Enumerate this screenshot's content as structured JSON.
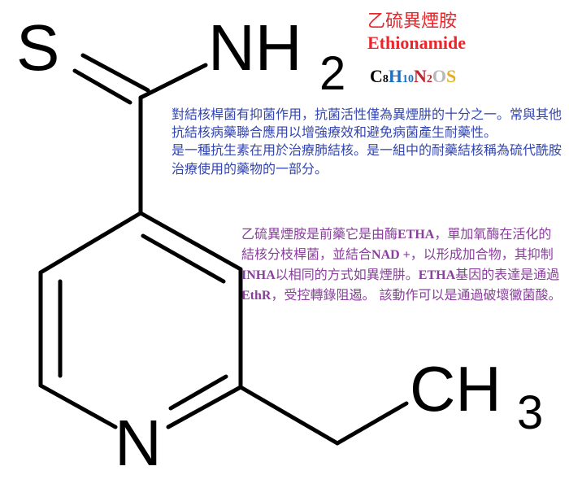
{
  "molecule": {
    "atoms": {
      "sulfur": "S",
      "amine": "NH",
      "amine_subscript": "2",
      "ring_nitrogen": "N",
      "methyl": "CH",
      "methyl_subscript": "3"
    }
  },
  "title": {
    "chinese": "乙硫異煙胺",
    "english": "Ethionamide"
  },
  "formula": {
    "parts": [
      {
        "element": "C",
        "count": "8",
        "color": "#000000"
      },
      {
        "element": "H",
        "count": "10",
        "color": "#1f6fc0"
      },
      {
        "element": "N",
        "count": "2",
        "color": "#c0232b"
      },
      {
        "element": "O",
        "count": "",
        "color": "#b8b8b8"
      },
      {
        "element": "S",
        "count": "",
        "color": "#e0b020"
      }
    ]
  },
  "description_blue": {
    "paragraph_1": "對結核桿菌有抑菌作用，抗菌活性僅為異煙肼的十分之一。常與其他抗結核病藥聯合應用以增強療效和避免病菌產生耐藥性。",
    "paragraph_2": "是一種抗生素在用於治療肺結核。是一組中的耐藥結核稱為硫代酰胺治療使用的藥物的一部分。"
  },
  "description_purple": {
    "s1": "乙硫異煙胺是前藥它是由酶",
    "etha_1": "ETHA",
    "s2": "，單加氧酶在活化的結核分枝桿菌，並結合",
    "nad": "NAD +",
    "s3": "，以形成加合物，其抑制",
    "inha": "INHA",
    "s4": "以相同的方式如異煙肼。",
    "etha_2": "ETHA",
    "s5": "基因的表達是通過",
    "ethr": "EthR",
    "s6": "，受控轉錄阻遏。 該動作可以是通過破壞黴菌酸。"
  },
  "colors": {
    "title": "#e8262b",
    "blue_text": "#3346b0",
    "purple_text": "#8a3f9c",
    "bonds": "#000000"
  }
}
